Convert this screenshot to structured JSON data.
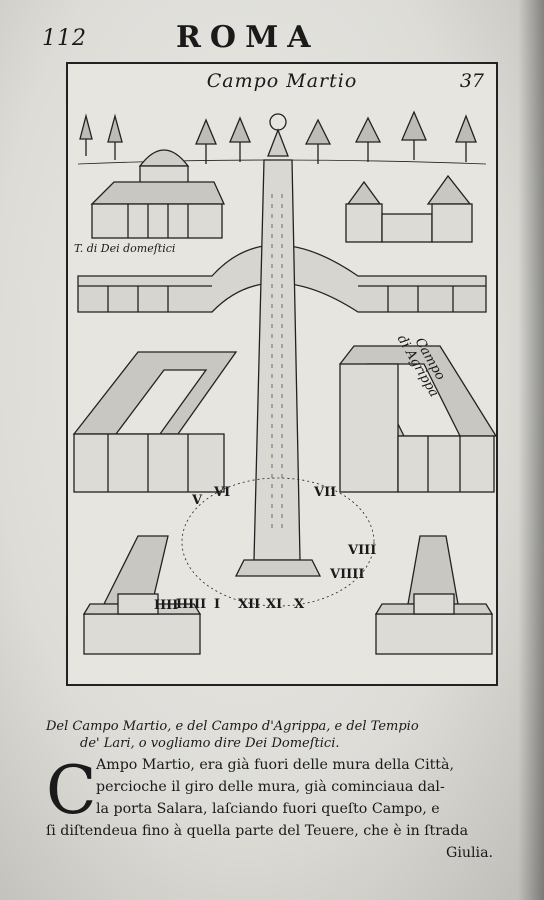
{
  "running_head": {
    "page_number": "112",
    "title": "ROMA"
  },
  "plate": {
    "title": "Campo Martio",
    "number": "37",
    "labels": {
      "dei_domestici": "T. di Dei domeſtici",
      "campo_agrippa_1": "Campo",
      "campo_agrippa_2": "di Agrippa"
    },
    "numerals": [
      "I",
      "II",
      "III",
      "IIII",
      "V",
      "VI",
      "VII",
      "VIII",
      "VIIII",
      "X",
      "XI",
      "XII"
    ],
    "icons": [
      "obelisk-icon",
      "tree-icon",
      "building-icon",
      "arcade-icon",
      "sundial-icon"
    ]
  },
  "caption": {
    "line1": "Del Campo Martio, e del Campo d'Agrippa, e del Tempio",
    "line2": "de' Lari, o vogliamo dire Dei Domeſtici."
  },
  "body": {
    "drop_cap": "C",
    "line1": "Ampo Martio, era già fuori delle mura della Città,",
    "line2": "percioche il giro delle mura, già cominciaua dal-",
    "line3": "la porta Salara, laſciando fuori queſto Campo, e",
    "line4": "ſi diſtendeua fino à quella parte del Teuere, che è in ſtrada",
    "line5": "Giulia."
  }
}
